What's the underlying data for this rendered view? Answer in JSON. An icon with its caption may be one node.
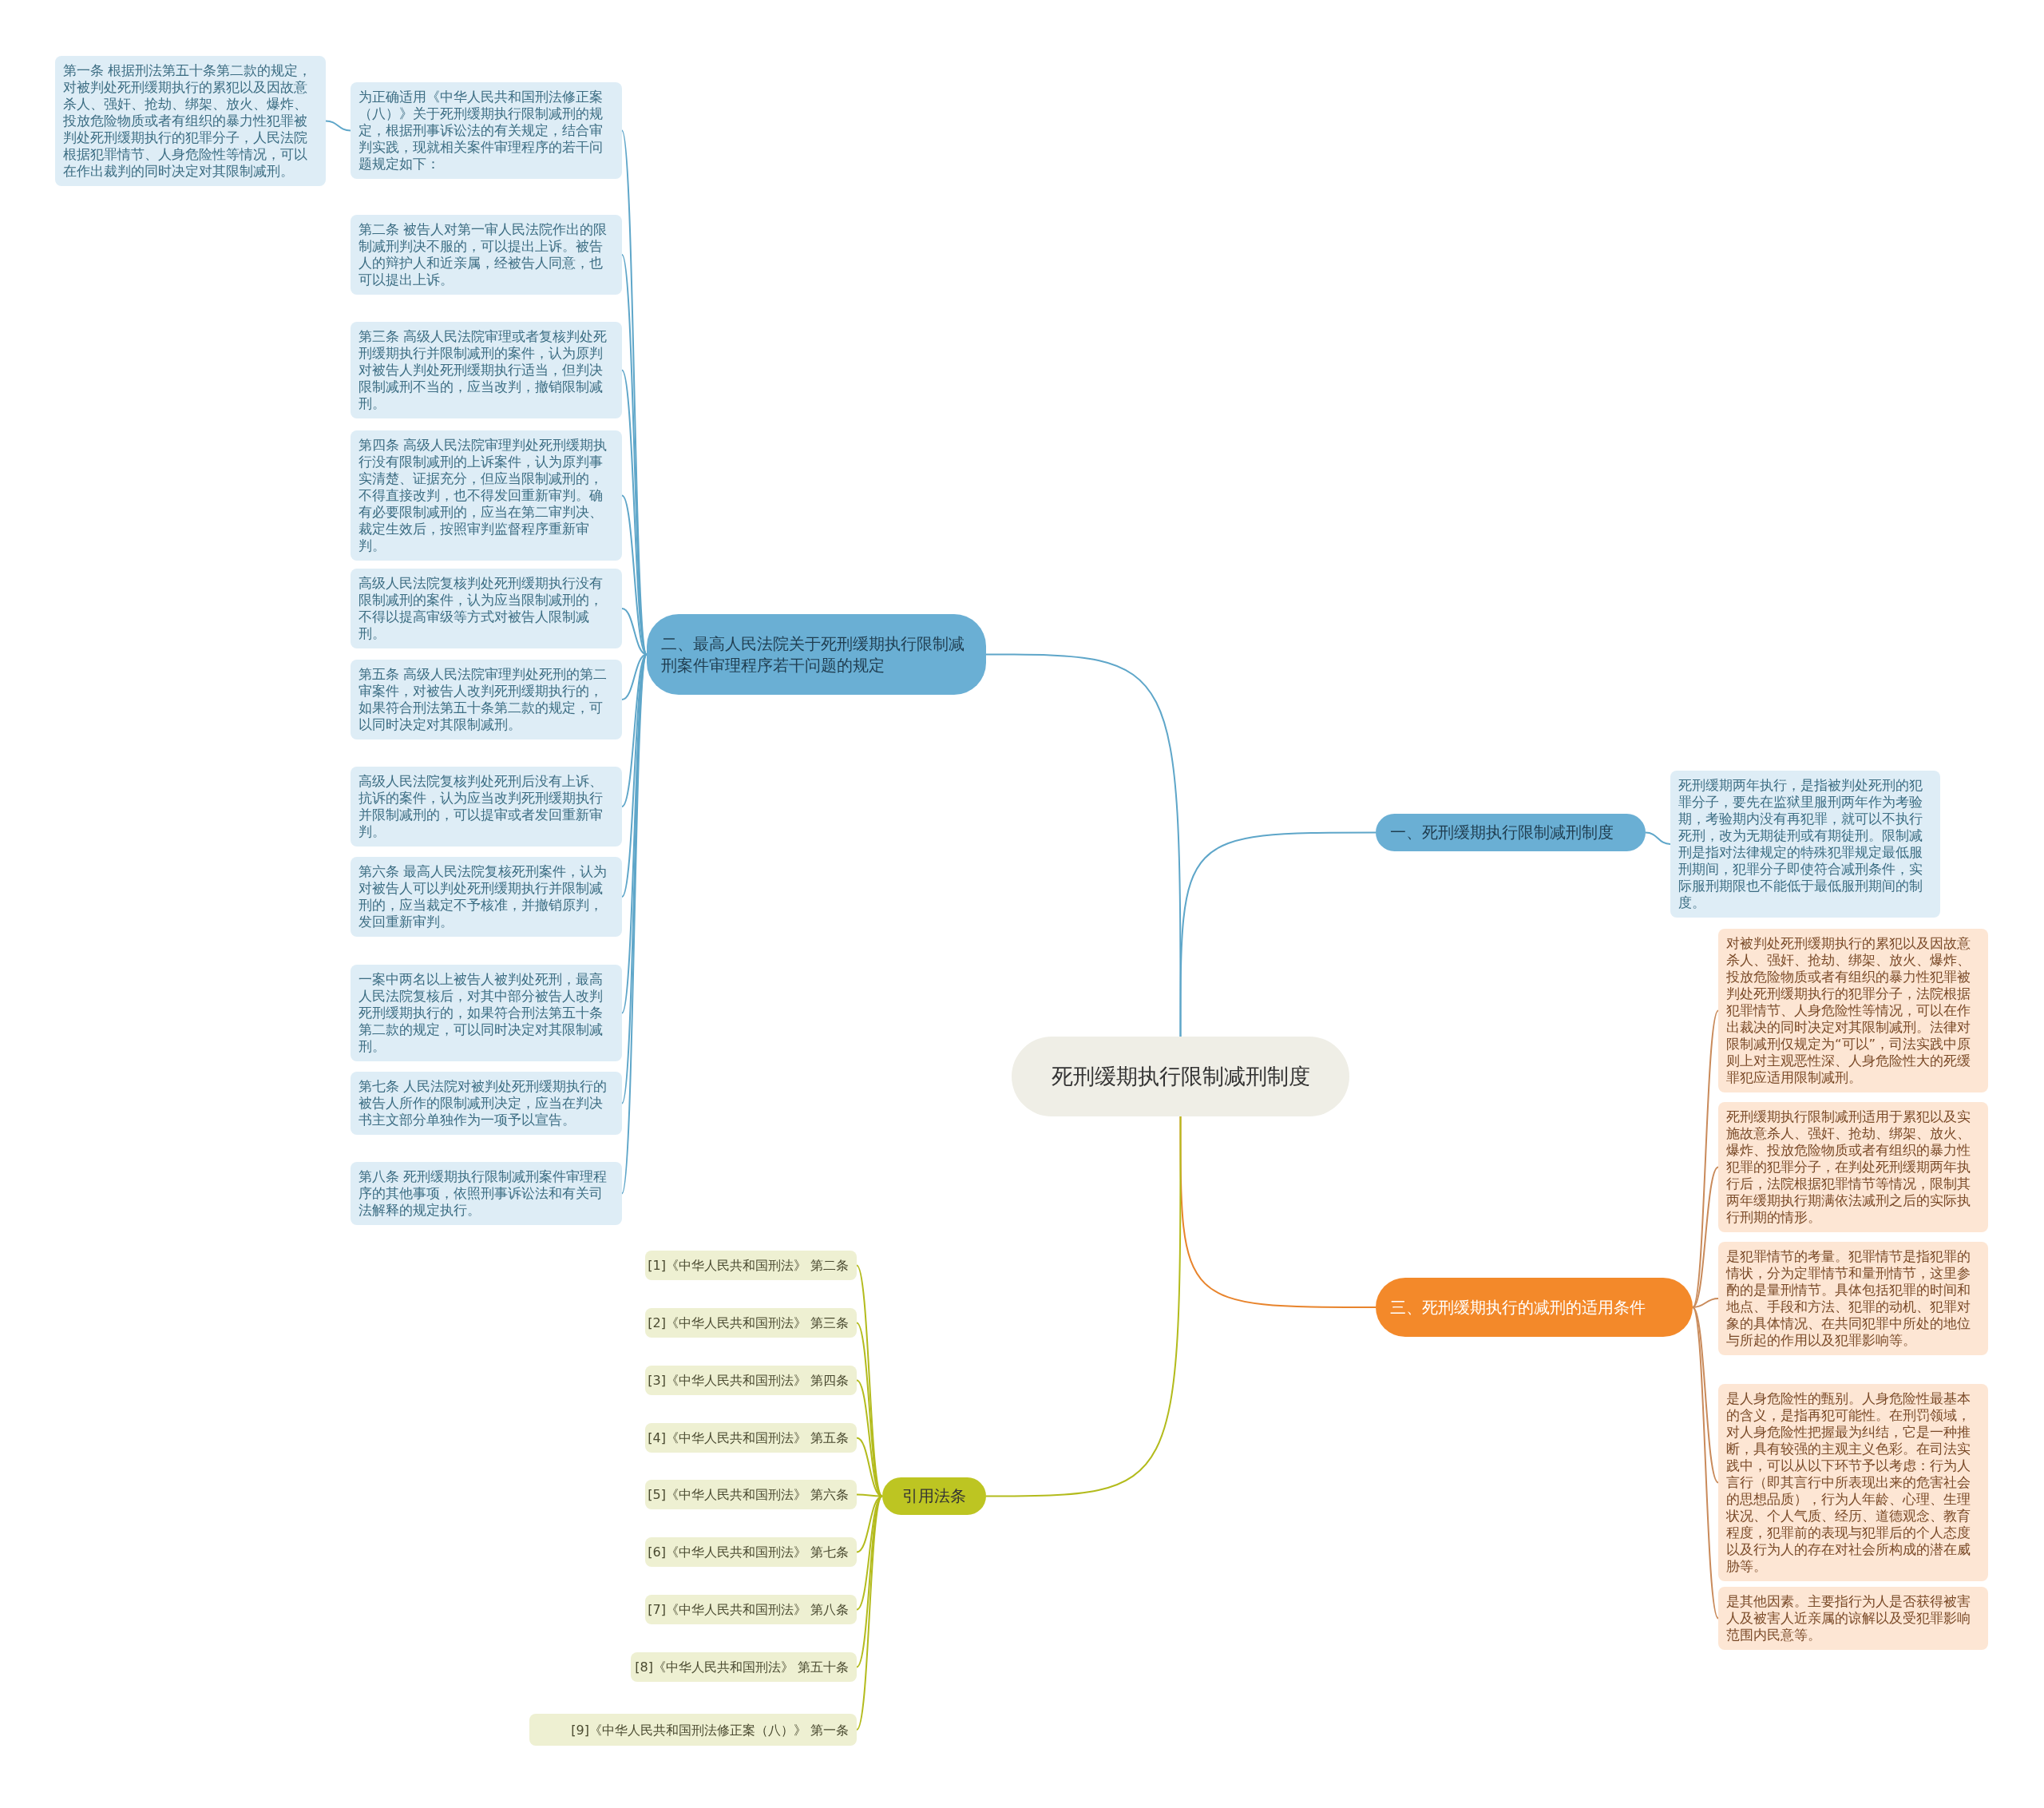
{
  "diagram": {
    "nodes": [
      {
        "text": [
          "死刑缓期执行限制减刑制度"
        ]
      },
      {
        "text": [
          "二、最高人民法院关于死刑缓期执行限制减刑案件审理程序若干问题的规定"
        ]
      },
      {
        "text": [
          "一、死刑缓期执行限制减刑制度"
        ]
      },
      {
        "text": [
          "三、死刑缓期执行的减刑的适用条件"
        ]
      },
      {
        "text": [
          "引用法条"
        ]
      },
      {
        "text": [
          "为正确适用《中华人民共和国刑法修正案（八）》关于死刑缓期执行限制减刑的规定，根据刑事诉讼法的有关规定，结合审判实践，现就相关案件审理程序的若干问题规定如下："
        ]
      },
      {
        "text": [
          "第一条 根据刑法第五十条第二款的规定，对被判处死刑缓期执行的累犯以及因故意杀人、强奸、抢劫、绑架、放火、爆炸、投放危险物质或者有组织的暴力性犯罪被判处死刑缓期执行的犯罪分子，人民法院根据犯罪情节、人身危险性等情况，可以在作出裁判的同时决定对其限制减刑。"
        ]
      },
      {
        "text": [
          "第二条 被告人对第一审人民法院作出的限制减刑判决不服的，可以提出上诉。被告人的辩护人和近亲属，经被告人同意，也可以提出上诉。"
        ]
      },
      {
        "text": [
          "第三条 高级人民法院审理或者复核判处死刑缓期执行并限制减刑的案件，认为原判对被告人判处死刑缓期执行适当，但判决限制减刑不当的，应当改判，撤销限制减刑。"
        ]
      },
      {
        "text": [
          "第四条 高级人民法院审理判处死刑缓期执行没有限制减刑的上诉案件，认为原判事实清楚、证据充分，但应当限制减刑的，不得直接改判，也不得发回重新审判。确有必要限制减刑的，应当在第二审判决、裁定生效后，按照审判监督程序重新审判。"
        ]
      },
      {
        "text": [
          "高级人民法院复核判处死刑缓期执行没有限制减刑的案件，认为应当限制减刑的，不得以提高审级等方式对被告人限制减刑。"
        ]
      },
      {
        "text": [
          "第五条 高级人民法院审理判处死刑的第二审案件，对被告人改判死刑缓期执行的，如果符合刑法第五十条第二款的规定，可以同时决定对其限制减刑。"
        ]
      },
      {
        "text": [
          "高级人民法院复核判处死刑后没有上诉、抗诉的案件，认为应当改判死刑缓期执行并限制减刑的，可以提审或者发回重新审判。"
        ]
      },
      {
        "text": [
          "第六条 最高人民法院复核死刑案件，认为对被告人可以判处死刑缓期执行并限制减刑的，应当裁定不予核准，并撤销原判，发回重新审判。"
        ]
      },
      {
        "text": [
          "一案中两名以上被告人被判处死刑，最高人民法院复核后，对其中部分被告人改判死刑缓期执行的，如果符合刑法第五十条第二款的规定，可以同时决定对其限制减刑。"
        ]
      },
      {
        "text": [
          "第七条 人民法院对被判处死刑缓期执行的被告人所作的限制减刑决定，应当在判决书主文部分单独作为一项予以宣告。"
        ]
      },
      {
        "text": [
          "第八条 死刑缓期执行限制减刑案件审理程序的其他事项，依照刑事诉讼法和有关司法解释的规定执行。"
        ]
      },
      {
        "text": [
          "死刑缓期两年执行，是指被判处死刑的犯罪分子，要先在监狱里服刑两年作为考验期，考验期内没有再犯罪，就可以不执行死刑，改为无期徒刑或有期徒刑。限制减刑是指对法律规定的特殊犯罪规定最低服刑期间，犯罪分子即使符合减刑条件，实际服刑期限也不能低于最低服刑期间的制度。"
        ]
      },
      {
        "text": [
          "对被判处死刑缓期执行的累犯以及因故意杀人、强奸、抢劫、绑架、放火、爆炸、投放危险物质或者有组织的暴力性犯罪被判处死刑缓期执行的犯罪分子，法院根据犯罪情节、人身危险性等情况，可以在作出裁决的同时决定对其限制减刑。法律对限制减刑仅规定为“可以”，司法实践中原则上对主观恶性深、人身危险性大的死缓罪犯应适用限制减刑。"
        ]
      },
      {
        "text": [
          "死刑缓期执行限制减刑适用于累犯以及实施故意杀人、强奸、抢劫、绑架、放火、爆炸、投放危险物质或者有组织的暴力性犯罪的犯罪分子，在判处死刑缓期两年执行后，法院根据犯罪情节等情况，限制其两年缓期执行期满依法减刑之后的实际执行刑期的情形。"
        ]
      },
      {
        "text": [
          "是犯罪情节的考量。犯罪情节是指犯罪的情状，分为定罪情节和量刑情节，这里参酌的是量刑情节。具体包括犯罪的时间和地点、手段和方法、犯罪的动机、犯罪对象的具体情况、在共同犯罪中所处的地位与所起的作用以及犯罪影响等。"
        ]
      },
      {
        "text": [
          "是人身危险性的甄别。人身危险性最基本的含义，是指再犯可能性。在刑罚领域，对人身危险性把握最为纠结，它是一种推断，具有较强的主观主义色彩。在司法实践中，可以从以下环节予以考虑：行为人言行（即其言行中所表现出来的危害社会的思想品质），行为人年龄、心理、生理状况、个人气质、经历、道德观念、教育程度，犯罪前的表现与犯罪后的个人态度以及行为人的存在对社会所构成的潜在威胁等。"
        ]
      },
      {
        "text": [
          "是其他因素。主要指行为人是否获得被害人及被害人近亲属的谅解以及受犯罪影响范围内民意等。"
        ]
      },
      {
        "text": [
          "[1]《中华人民共和国刑法》 第二条"
        ]
      },
      {
        "text": [
          "[2]《中华人民共和国刑法》 第三条"
        ]
      },
      {
        "text": [
          "[3]《中华人民共和国刑法》 第四条"
        ]
      },
      {
        "text": [
          "[4]《中华人民共和国刑法》 第五条"
        ]
      },
      {
        "text": [
          "[5]《中华人民共和国刑法》 第六条"
        ]
      },
      {
        "text": [
          "[6]《中华人民共和国刑法》 第七条"
        ]
      },
      {
        "text": [
          "[7]《中华人民共和国刑法》 第八条"
        ]
      },
      {
        "text": [
          "[8]《中华人民共和国刑法》 第五十条"
        ]
      },
      {
        "text": [
          "[9]《中华人民共和国刑法修正案（八）》 第一条"
        ]
      }
    ],
    "edges": [
      {
        "from": 0,
        "to": 1,
        "arrow": "none"
      },
      {
        "from": 0,
        "to": 2,
        "arrow": "none"
      },
      {
        "from": 0,
        "to": 3,
        "arrow": "none",
        "color": "#e8842c"
      },
      {
        "from": 0,
        "to": 4,
        "arrow": "none",
        "color": "#b3bb1c"
      },
      {
        "from": 1,
        "to": 5,
        "arrow": "none"
      },
      {
        "from": 5,
        "to": 6,
        "arrow": "none"
      },
      {
        "from": 1,
        "to": 7,
        "arrow": "none"
      },
      {
        "from": 1,
        "to": 8,
        "arrow": "none"
      },
      {
        "from": 1,
        "to": 9,
        "arrow": "none"
      },
      {
        "from": 1,
        "to": 10,
        "arrow": "none"
      },
      {
        "from": 1,
        "to": 11,
        "arrow": "none"
      },
      {
        "from": 1,
        "to": 12,
        "arrow": "none"
      },
      {
        "from": 1,
        "to": 13,
        "arrow": "none"
      },
      {
        "from": 1,
        "to": 14,
        "arrow": "none"
      },
      {
        "from": 1,
        "to": 15,
        "arrow": "none"
      },
      {
        "from": 1,
        "to": 16,
        "arrow": "none"
      },
      {
        "from": 2,
        "to": 17,
        "arrow": "none"
      },
      {
        "from": 3,
        "to": 18,
        "arrow": "none",
        "color": "#c98a5a"
      },
      {
        "from": 3,
        "to": 19,
        "arrow": "none",
        "color": "#c98a5a"
      },
      {
        "from": 3,
        "to": 20,
        "arrow": "none",
        "color": "#c98a5a"
      },
      {
        "from": 3,
        "to": 21,
        "arrow": "none",
        "color": "#c98a5a"
      },
      {
        "from": 3,
        "to": 22,
        "arrow": "none",
        "color": "#c98a5a"
      },
      {
        "from": 4,
        "to": 23,
        "arrow": "none",
        "color": "#b3bb1c"
      },
      {
        "from": 4,
        "to": 24,
        "arrow": "none",
        "color": "#b3bb1c"
      },
      {
        "from": 4,
        "to": 25,
        "arrow": "none",
        "color": "#b3bb1c"
      },
      {
        "from": 4,
        "to": 26,
        "arrow": "none",
        "color": "#b3bb1c"
      },
      {
        "from": 4,
        "to": 27,
        "arrow": "none",
        "color": "#b3bb1c"
      },
      {
        "from": 4,
        "to": 28,
        "arrow": "none",
        "color": "#b3bb1c"
      },
      {
        "from": 4,
        "to": 29,
        "arrow": "none",
        "color": "#b3bb1c"
      },
      {
        "from": 4,
        "to": 30,
        "arrow": "none",
        "color": "#b3bb1c"
      },
      {
        "from": 4,
        "to": 31,
        "arrow": "none",
        "color": "#b3bb1c"
      }
    ]
  }
}
